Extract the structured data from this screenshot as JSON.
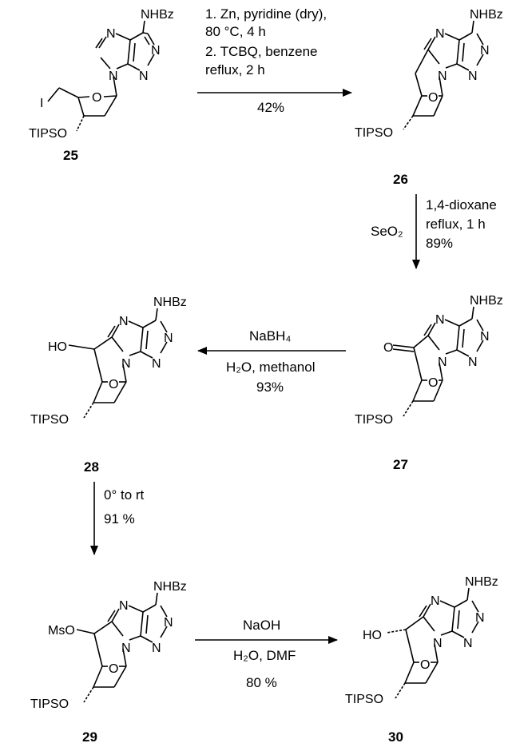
{
  "atoms": {
    "n": "N",
    "o": "O",
    "i": "I",
    "nhbz": "NHBz",
    "tipso": "TIPSO",
    "ho": "HO",
    "mso": "MsO",
    "keto_o": "O"
  },
  "compounds": {
    "c25": "25",
    "c26": "26",
    "c27": "27",
    "c28": "28",
    "c29": "29",
    "c30": "30"
  },
  "steps": {
    "s1": {
      "line1": "1. Zn, pyridine (dry),",
      "line2": "80 °C, 4 h",
      "line3": "2. TCBQ, benzene",
      "line4": "reflux, 2 h",
      "yield": "42%"
    },
    "s2": {
      "reagent": "SeO₂",
      "cond1": "1,4-dioxane",
      "cond2": "reflux, 1 h",
      "yield": "89%"
    },
    "s3": {
      "reagent": "NaBH₄",
      "cond": "H₂O, methanol",
      "yield": "93%"
    },
    "s4": {
      "cond": "0° to rt",
      "yield": "91 %"
    },
    "s5": {
      "reagent": "NaOH",
      "cond": "H₂O, DMF",
      "yield": "80 %"
    }
  }
}
